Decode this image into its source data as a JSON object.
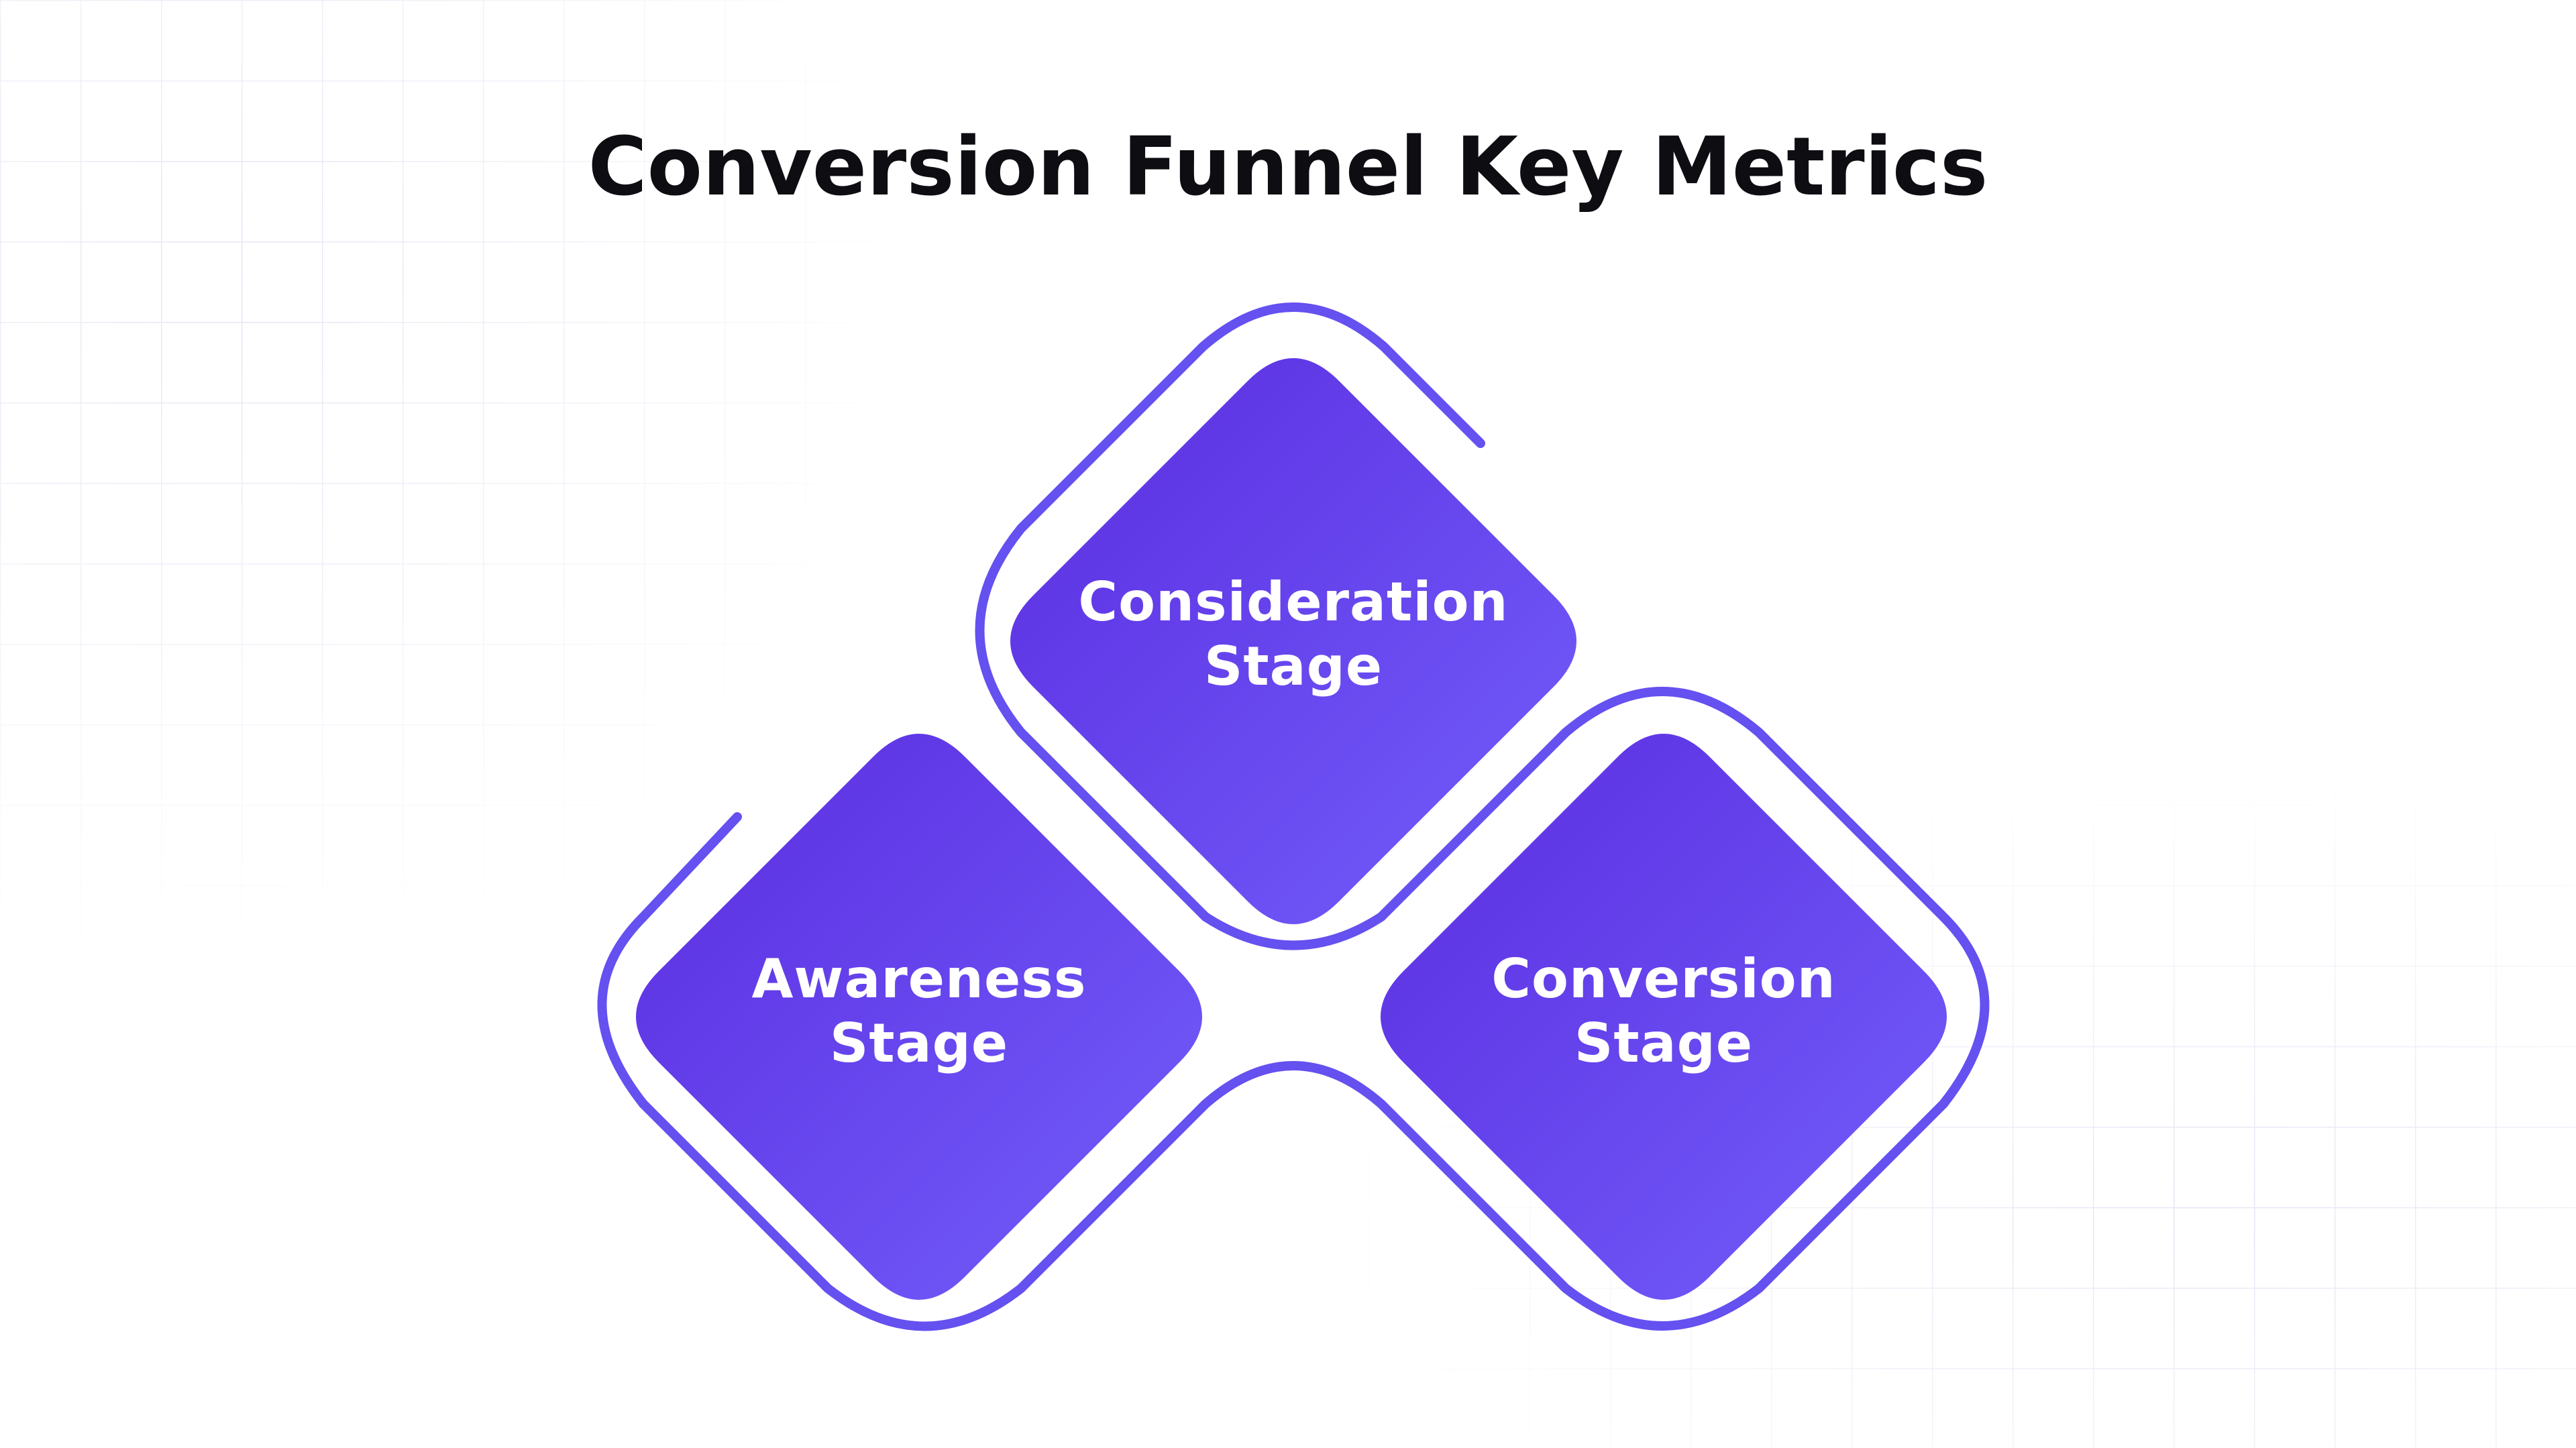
{
  "title": "Conversion Funnel Key Metrics",
  "nodes": [
    {
      "id": "awareness",
      "line1": "Awareness",
      "line2": "Stage"
    },
    {
      "id": "consideration",
      "line1": "Consideration",
      "line2": "Stage"
    },
    {
      "id": "conversion",
      "line1": "Conversion",
      "line2": "Stage"
    }
  ],
  "colors": {
    "gradient_start": "#5a2ce0",
    "gradient_end": "#735ffb",
    "outline": "#6550f0",
    "grid": "#e6e4f3",
    "title": "#0d0d12",
    "label": "#ffffff"
  }
}
